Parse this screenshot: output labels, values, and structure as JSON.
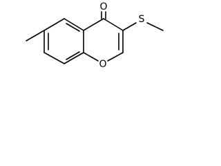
{
  "molecule": {
    "atoms": {
      "carbonyl_oxygen": "O",
      "ring_oxygen": "O",
      "sulfur": "S"
    }
  }
}
